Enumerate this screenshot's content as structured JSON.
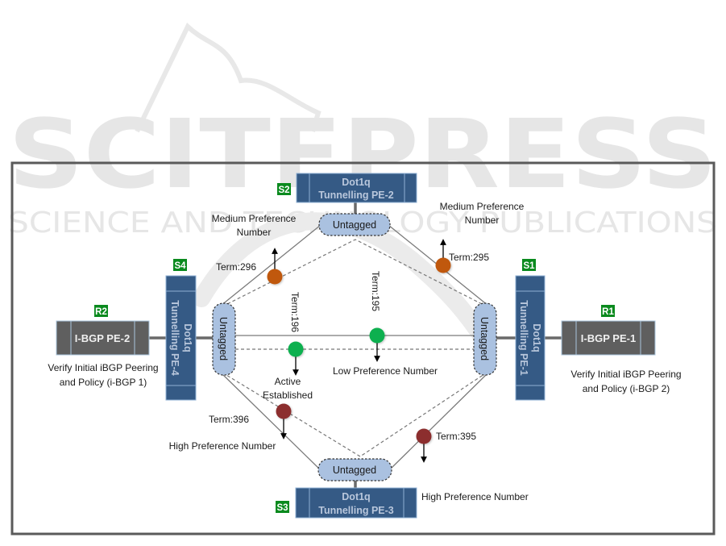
{
  "watermark": {
    "title": "SCITEPRESS",
    "subtitle": "SCIENCE AND TECHNOLOGY PUBLICATIONS"
  },
  "colors": {
    "frame": "#5a5a5a",
    "switch_fill": "#355a85",
    "switch_text": "#b9c7dc",
    "router_fill": "#5f5f5f",
    "router_text": "#f0f0f0",
    "badge_fill": "#0a8a1e",
    "untagged_fill": "#aac1e0",
    "medium_pref": "#c0580f",
    "low_pref": "#10b050",
    "high_pref": "#8c2e2e"
  },
  "routers": [
    {
      "id": "R1",
      "badge": "R1",
      "label": "I-BGP PE-1",
      "caption_line1": "Verify Initial iBGP Peering",
      "caption_line2": "and Policy (i-BGP 2)"
    },
    {
      "id": "R2",
      "badge": "R2",
      "label": "I-BGP PE-2",
      "caption_line1": "Verify Initial iBGP Peering",
      "caption_line2": "and Policy (i-BGP 1)"
    }
  ],
  "switches": [
    {
      "id": "S1",
      "badge": "S1",
      "line1": "Dot1q",
      "line2": "Tunnelling PE-1"
    },
    {
      "id": "S2",
      "badge": "S2",
      "line1": "Dot1q",
      "line2": "Tunnelling PE-2"
    },
    {
      "id": "S3",
      "badge": "S3",
      "line1": "Dot1q",
      "line2": "Tunnelling PE-3"
    },
    {
      "id": "S4",
      "badge": "S4",
      "line1": "Dot1q",
      "line2": "Tunnelling PE-4"
    }
  ],
  "untagged_label": "Untagged",
  "terms": {
    "t296": "Term:296",
    "t295": "Term:295",
    "t196": "Term:196",
    "t195": "Term:195",
    "t396": "Term:396",
    "t395": "Term:395"
  },
  "annotations": {
    "medium_left_1": "Medium Preference",
    "medium_left_2": "Number",
    "medium_right_1": "Medium Preference",
    "medium_right_2": "Number",
    "low": "Low Preference Number",
    "active_1": "Active",
    "active_2": "Established",
    "high_left": "High Preference Number",
    "high_bottom": "High Preference Number"
  }
}
